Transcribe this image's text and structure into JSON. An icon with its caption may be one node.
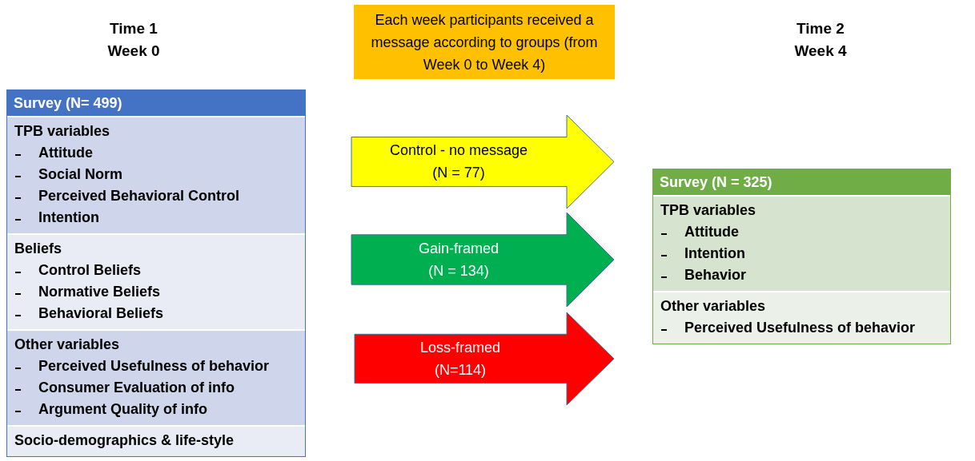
{
  "diagram": {
    "nodes": [
      {
        "text": [
          "Each week participants received a message according to groups (from Week 0 to Week 4)"
        ]
      },
      {
        "text": [
          "Survey (N= 499)"
        ]
      },
      {
        "text": [
          "TPB variables",
          "Attitude",
          "Social Norm",
          "Perceived Behavioral Control",
          "Intention"
        ],
        "in": 1
      },
      {
        "text": [
          "Beliefs",
          "Control Beliefs",
          "Normative Beliefs",
          "Behavioral Beliefs"
        ],
        "in": 1
      },
      {
        "text": [
          "Other variables",
          "Perceived Usefulness of behavior",
          "Consumer Evaluation of info",
          "Argument Quality of info"
        ],
        "in": 1
      },
      {
        "text": [
          "Socio-demographics & life-style"
        ],
        "in": 1
      },
      {
        "text": [
          "Control - no message",
          "(N = 77)"
        ]
      },
      {
        "text": [
          "Gain-framed",
          "(N = 134)"
        ]
      },
      {
        "text": [
          "Loss-framed",
          "(N=114)"
        ]
      },
      {
        "text": [
          "Survey (N = 325)"
        ]
      },
      {
        "text": [
          "TPB variables",
          "Attitude",
          "Intention",
          "Behavior"
        ],
        "in": 9
      },
      {
        "text": [
          "Other variables",
          "Perceived Usefulness of behavior"
        ],
        "in": 9
      }
    ],
    "labels": [
      "Time 1 Week 0",
      "Time 2 Week 4"
    ]
  }
}
